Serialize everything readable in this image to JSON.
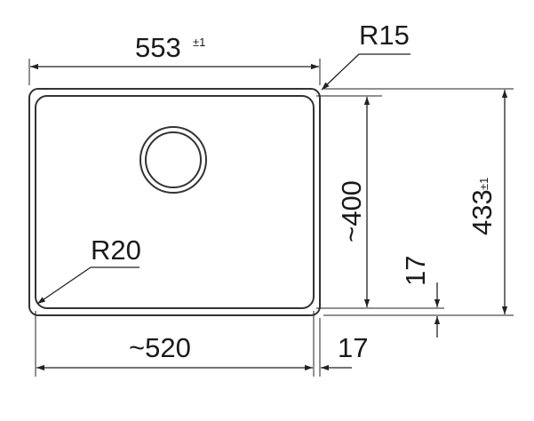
{
  "dimensions": {
    "overall_width": {
      "value": "553",
      "tolerance": "±1"
    },
    "corner_radius_outer": "R15",
    "inner_height": "~400",
    "overall_height": {
      "value": "433",
      "tolerance": "±1"
    },
    "corner_radius_inner": "R20",
    "inner_width": "~520",
    "rim_bottom": "17",
    "rim_right": "17"
  },
  "colors": {
    "stroke": "#222222",
    "background": "#ffffff"
  }
}
